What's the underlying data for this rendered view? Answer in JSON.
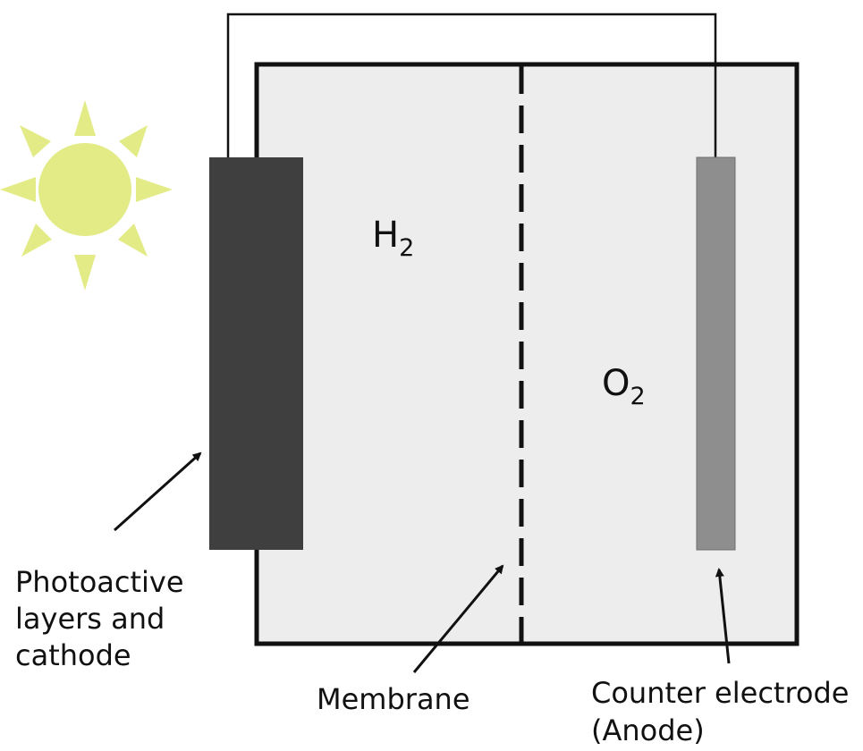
{
  "species": {
    "hydrogen": {
      "base": "H",
      "sub": "2"
    },
    "oxygen": {
      "base": "O",
      "sub": "2"
    }
  },
  "labels": {
    "photoactive_line1": "Photoactive",
    "photoactive_line2": "layers and",
    "photoactive_line3": "cathode",
    "membrane": "Membrane",
    "counter_line1": "Counter electrode",
    "counter_line2": "(Anode)"
  },
  "colors": {
    "sun": "#e3eb87",
    "tank_fill": "#ededed",
    "tank_border": "#111111",
    "cathode": "#3f3f3f",
    "anode": "#8e8e8e",
    "wire": "#111111"
  }
}
